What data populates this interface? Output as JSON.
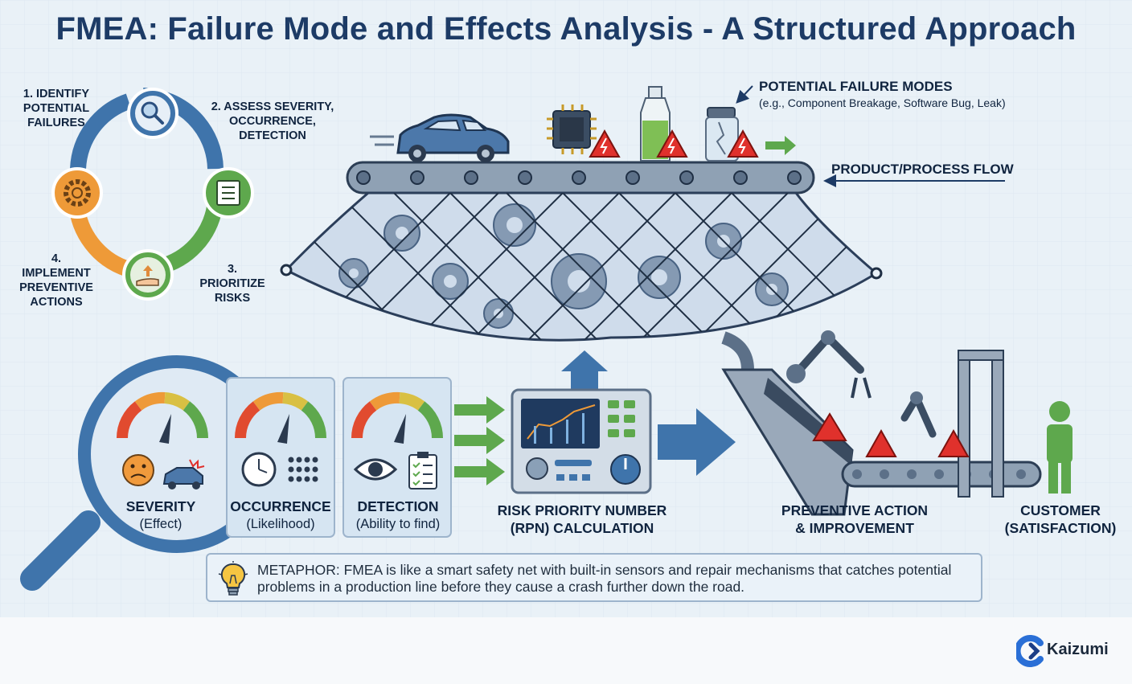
{
  "title": "FMEA: Failure Mode and Effects Analysis - A Structured Approach",
  "cycle": {
    "step1": [
      "1. IDENTIFY",
      "POTENTIAL",
      "FAILURES"
    ],
    "step2": [
      "2. ASSESS SEVERITY,",
      "OCCURRENCE,",
      "DETECTION"
    ],
    "step3": [
      "3.",
      "PRIORITIZE",
      "RISKS"
    ],
    "step4": [
      "4.",
      "IMPLEMENT",
      "PREVENTIVE",
      "ACTIONS"
    ]
  },
  "failure_modes": {
    "title": "POTENTIAL FAILURE MODES",
    "examples": "(e.g., Component Breakage, Software Bug, Leak)"
  },
  "process_flow_label": "PRODUCT/PROCESS FLOW",
  "factors": [
    {
      "name": "SEVERITY",
      "sub": "(Effect)"
    },
    {
      "name": "OCCURRENCE",
      "sub": "(Likelihood)"
    },
    {
      "name": "DETECTION",
      "sub": "(Ability to find)"
    }
  ],
  "rpn": [
    "RISK PRIORITY NUMBER",
    "(RPN) CALCULATION"
  ],
  "preventive": [
    "PREVENTIVE ACTION",
    "& IMPROVEMENT"
  ],
  "customer": [
    "CUSTOMER",
    "(SATISFACTION)"
  ],
  "metaphor": "METAPHOR: FMEA is like a smart safety net with built-in sensors and repair mechanisms that catches potential problems in a production line before they cause a crash further down the road.",
  "brand": "Kaizumi",
  "colors": {
    "title": "#1d3b66",
    "blue": "#3f74ab",
    "green": "#5ea84d",
    "orange": "#ee9a38",
    "warning": "#e0312c",
    "net": "#2b3e5a"
  }
}
